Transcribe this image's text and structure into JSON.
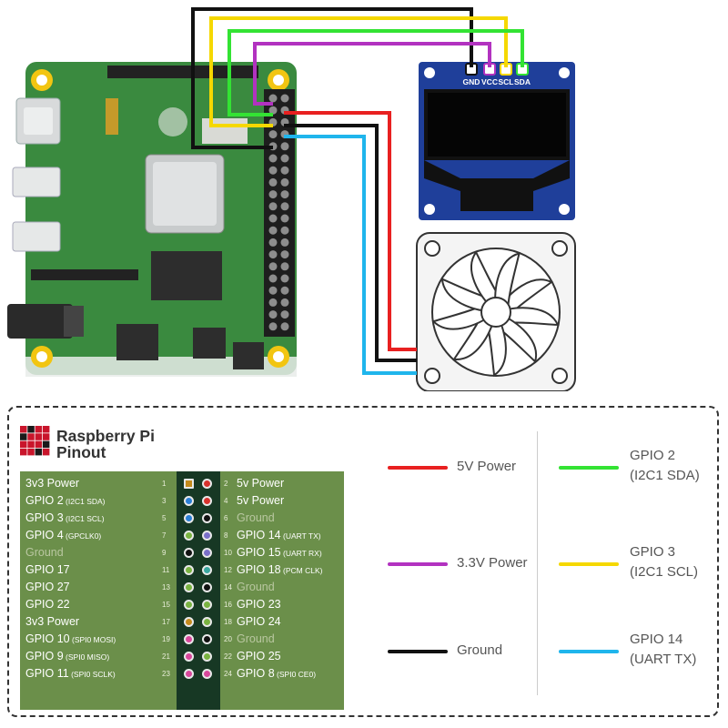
{
  "oled": {
    "pins": [
      "GND",
      "VCC",
      "SCL",
      "SDA"
    ]
  },
  "pinout": {
    "brand_line1": "Raspberry Pi",
    "brand_line2": "Pinout",
    "rows": [
      {
        "l_label": "3v3 Power",
        "l_sub": "",
        "l_pin": "1",
        "r_pin": "2",
        "r_label": "5v Power",
        "r_sub": "",
        "l_color": "#c48a1c",
        "r_color": "#d8322d",
        "l_gnd": false,
        "r_gnd": false
      },
      {
        "l_label": "GPIO 2",
        "l_sub": "(I2C1 SDA)",
        "l_pin": "3",
        "r_pin": "4",
        "r_label": "5v Power",
        "r_sub": "",
        "l_color": "#2b7fd6",
        "r_color": "#d8322d",
        "l_gnd": false,
        "r_gnd": false
      },
      {
        "l_label": "GPIO 3",
        "l_sub": "(I2C1 SCL)",
        "l_pin": "5",
        "r_pin": "6",
        "r_label": "Ground",
        "r_sub": "",
        "l_color": "#2b7fd6",
        "r_color": "#111111",
        "l_gnd": false,
        "r_gnd": true
      },
      {
        "l_label": "GPIO 4",
        "l_sub": "(GPCLK0)",
        "l_pin": "7",
        "r_pin": "8",
        "r_label": "GPIO 14",
        "r_sub": "(UART TX)",
        "l_color": "#7ab341",
        "r_color": "#7a6fc9",
        "l_gnd": false,
        "r_gnd": false
      },
      {
        "l_label": "Ground",
        "l_sub": "",
        "l_pin": "9",
        "r_pin": "10",
        "r_label": "GPIO 15",
        "r_sub": "(UART RX)",
        "l_color": "#111111",
        "r_color": "#7a6fc9",
        "l_gnd": true,
        "r_gnd": false
      },
      {
        "l_label": "GPIO 17",
        "l_sub": "",
        "l_pin": "11",
        "r_pin": "12",
        "r_label": "GPIO 18",
        "r_sub": "(PCM CLK)",
        "l_color": "#7ab341",
        "r_color": "#3aa7a0",
        "l_gnd": false,
        "r_gnd": false
      },
      {
        "l_label": "GPIO 27",
        "l_sub": "",
        "l_pin": "13",
        "r_pin": "14",
        "r_label": "Ground",
        "r_sub": "",
        "l_color": "#7ab341",
        "r_color": "#111111",
        "l_gnd": false,
        "r_gnd": true
      },
      {
        "l_label": "GPIO 22",
        "l_sub": "",
        "l_pin": "15",
        "r_pin": "16",
        "r_label": "GPIO 23",
        "r_sub": "",
        "l_color": "#7ab341",
        "r_color": "#7ab341",
        "l_gnd": false,
        "r_gnd": false
      },
      {
        "l_label": "3v3 Power",
        "l_sub": "",
        "l_pin": "17",
        "r_pin": "18",
        "r_label": "GPIO 24",
        "r_sub": "",
        "l_color": "#c48a1c",
        "r_color": "#7ab341",
        "l_gnd": false,
        "r_gnd": false
      },
      {
        "l_label": "GPIO 10",
        "l_sub": "(SPI0 MOSI)",
        "l_pin": "19",
        "r_pin": "20",
        "r_label": "Ground",
        "r_sub": "",
        "l_color": "#d8479b",
        "r_color": "#111111",
        "l_gnd": false,
        "r_gnd": true
      },
      {
        "l_label": "GPIO 9",
        "l_sub": "(SPI0 MISO)",
        "l_pin": "21",
        "r_pin": "22",
        "r_label": "GPIO 25",
        "r_sub": "",
        "l_color": "#d8479b",
        "r_color": "#7ab341",
        "l_gnd": false,
        "r_gnd": false
      },
      {
        "l_label": "GPIO 11",
        "l_sub": "(SPI0 SCLK)",
        "l_pin": "23",
        "r_pin": "24",
        "r_label": "GPIO 8",
        "r_sub": "(SPI0 CE0)",
        "l_color": "#d8479b",
        "r_color": "#d8479b",
        "l_gnd": false,
        "r_gnd": false
      }
    ]
  },
  "legend": [
    {
      "label1": "5V Power",
      "label2": "",
      "color": "#e82020"
    },
    {
      "label1": "3.3V Power",
      "label2": "",
      "color": "#b232c0"
    },
    {
      "label1": "Ground",
      "label2": "",
      "color": "#111111"
    },
    {
      "label1": "GPIO 2",
      "label2": "(I2C1 SDA)",
      "color": "#33e333"
    },
    {
      "label1": "GPIO 3",
      "label2": "(I2C1 SCL)",
      "color": "#f5d800"
    },
    {
      "label1": "GPIO 14",
      "label2": "(UART TX)",
      "color": "#1fb5ec"
    }
  ]
}
